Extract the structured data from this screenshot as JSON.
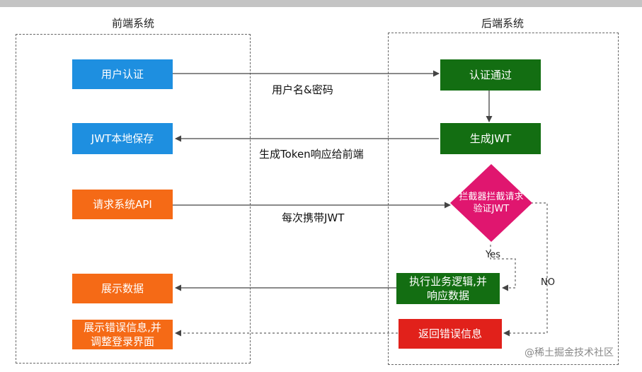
{
  "frontend_title": "前端系统",
  "backend_title": "后端系统",
  "front": {
    "user_auth": "用户认证",
    "jwt_save": "JWT本地保存",
    "request_api": "请求系统API",
    "show_data": "展示数据",
    "show_error": "展示错误信息,并\n调整登录界面"
  },
  "back": {
    "auth_pass": "认证通过",
    "gen_jwt": "生成JWT",
    "interceptor": "拦截器拦截请求\n验证JWT",
    "exec_business": "执行业务逻辑,并\n响应数据",
    "return_error": "返回错误信息"
  },
  "labels": {
    "user_pwd": "用户名&密码",
    "token_resp": "生成Token响应给前端",
    "carry_jwt": "每次携带JWT",
    "yes": "Yes",
    "no": "NO"
  },
  "watermark": "@稀土掘金技术社区",
  "colors": {
    "blue": "#1e8fe0",
    "orange": "#f56a16",
    "green": "#136e12",
    "red": "#e1211b",
    "diamond": "#e0166f"
  }
}
